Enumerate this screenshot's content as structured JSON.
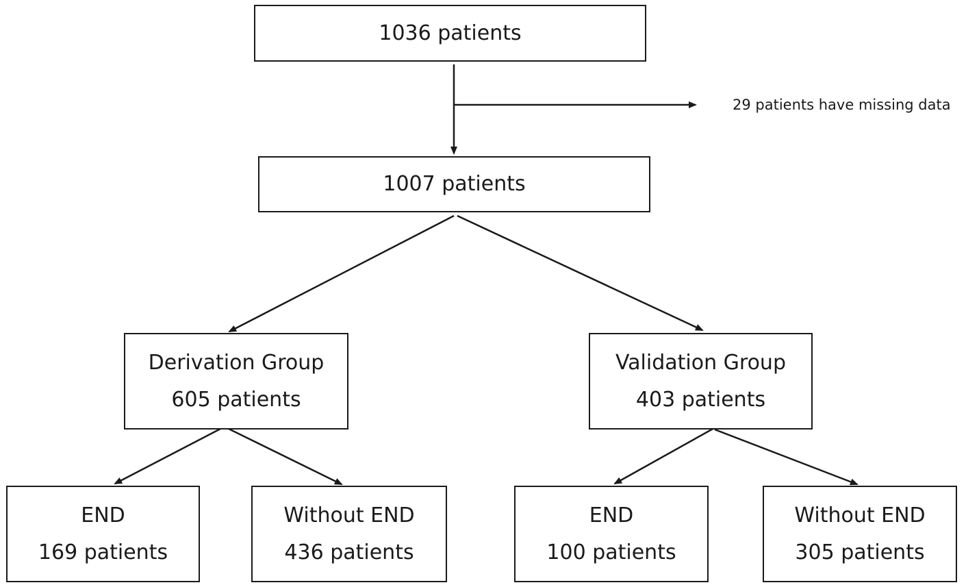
{
  "nodes": {
    "total": {
      "count_label": "1036 patients"
    },
    "excluded": {
      "note": "29 patients have missing data"
    },
    "analyzed": {
      "count_label": "1007 patients"
    },
    "derivation": {
      "group_label": "Derivation Group",
      "count_label": "605 patients"
    },
    "validation": {
      "group_label": "Validation Group",
      "count_label": "403 patients"
    },
    "derivation_end": {
      "outcome_label": "END",
      "count_label": "169 patients"
    },
    "derivation_without_end": {
      "outcome_label": "Without END",
      "count_label": "436 patients"
    },
    "validation_end": {
      "outcome_label": "END",
      "count_label": "100 patients"
    },
    "validation_without_end": {
      "outcome_label": "Without END",
      "count_label": "305 patients"
    }
  },
  "colors": {
    "stroke": "#1a1a1a",
    "background": "#ffffff"
  }
}
